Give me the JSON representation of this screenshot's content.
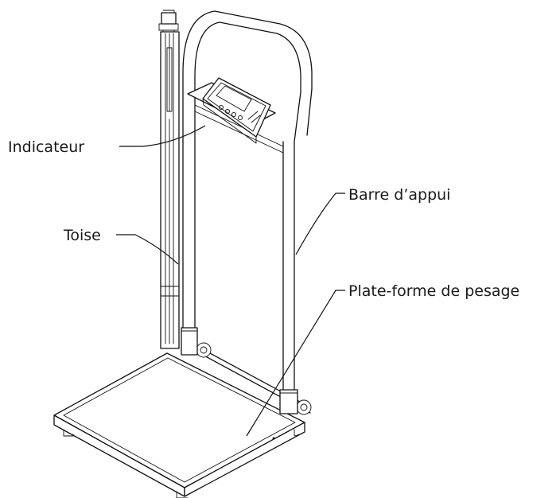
{
  "labels": {
    "indicator": "Indicateur",
    "height_rod": "Toise",
    "handrail": "Barre d’appui",
    "platform": "Plate-forme de pesage"
  }
}
